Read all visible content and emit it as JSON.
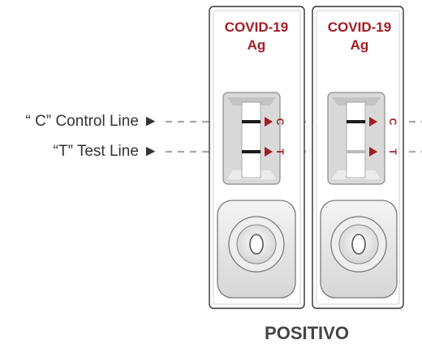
{
  "cassettes": [
    {
      "title_line1": "COVID-19",
      "title_line2": "Ag",
      "control_mark": "C",
      "test_mark": "T",
      "test_line_state": "strong"
    },
    {
      "title_line1": "COVID-19",
      "title_line2": "Ag",
      "control_mark": "C",
      "test_mark": "T",
      "test_line_state": "faint"
    }
  ],
  "labels": {
    "control_line": "“ C” Control Line ►",
    "test_line": "“T” Test Line ►"
  },
  "result": "POSITIVO",
  "colors": {
    "brand_red": "#a31d25",
    "line_dark": "#1a1a1a",
    "line_faint": "#bdbdbd",
    "guide_grey": "#a8a8a8",
    "label_text": "#333333",
    "result_text": "#444444"
  }
}
